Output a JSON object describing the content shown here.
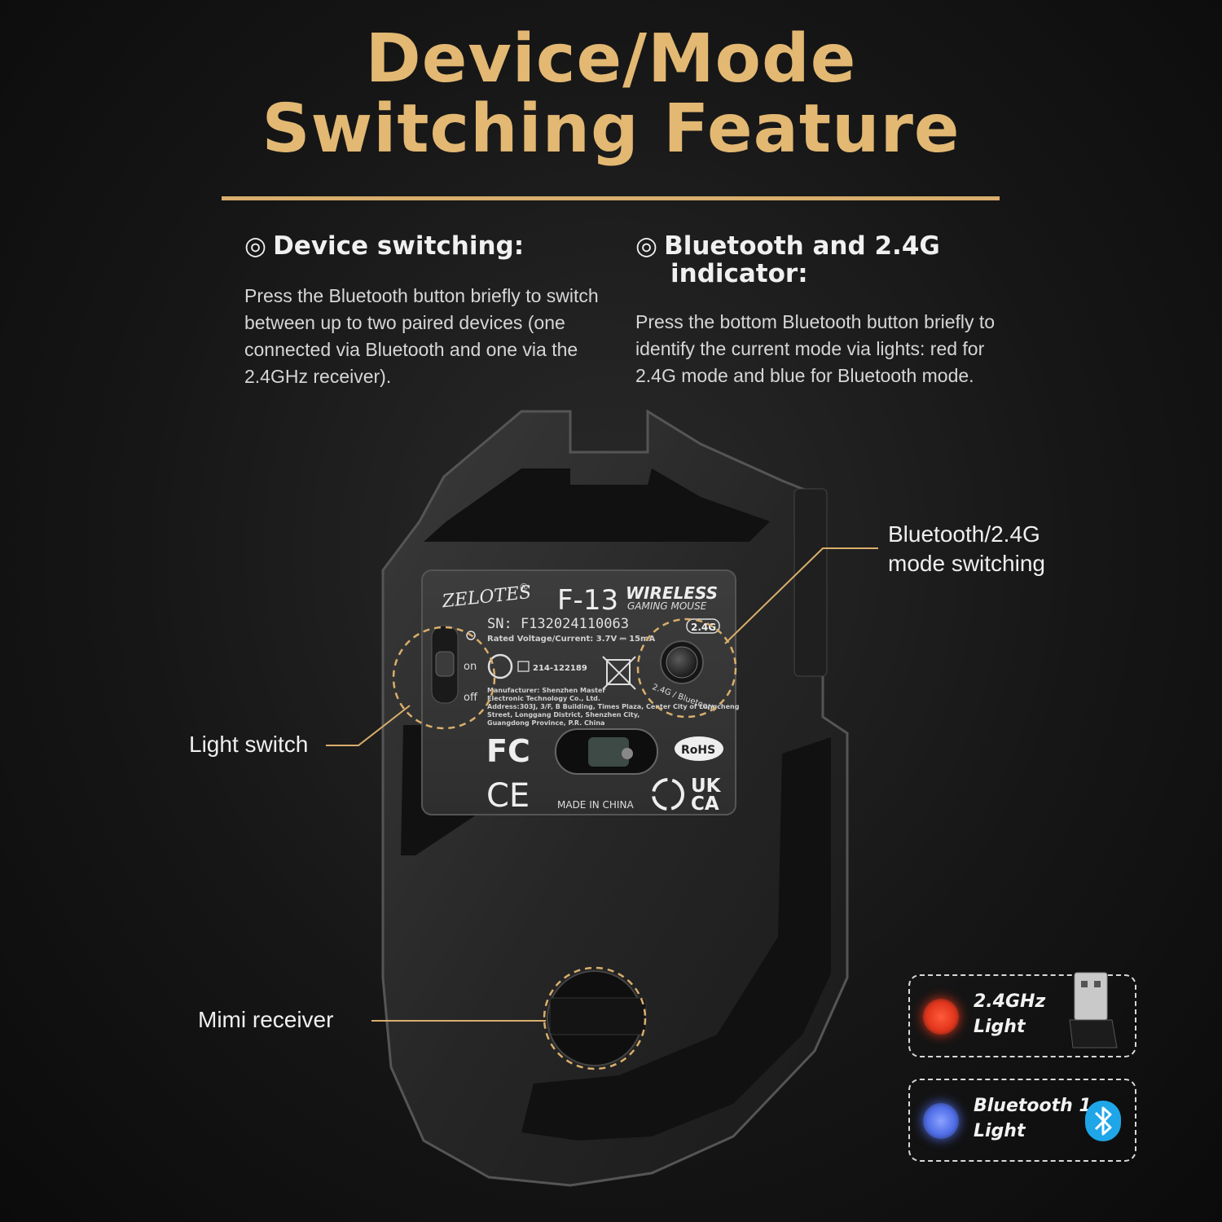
{
  "title": {
    "line1": "Device/Mode",
    "line2": "Switching Feature"
  },
  "features": [
    {
      "bullet": "◎",
      "heading": "Device switching:",
      "body": "Press the Bluetooth button briefly to switch between up to two paired devices (one connected via Bluetooth and one via the 2.4GHz receiver)."
    },
    {
      "bullet": "◎",
      "heading_line1": "Bluetooth and 2.4G",
      "heading_line2": "indicator:",
      "body": "Press the bottom Bluetooth button briefly to identify the current mode via lights: red for 2.4G mode and blue for Bluetooth mode."
    }
  ],
  "callouts": {
    "bt_mode": "Bluetooth/2.4G mode switching",
    "light_switch": "Light switch",
    "receiver": "Mimi receiver"
  },
  "label_plate": {
    "brand": "ZELOTES",
    "registered": "®",
    "model": "F-13",
    "wireless": "WIRELESS",
    "gaming_mouse": "GAMING MOUSE",
    "sn": "SN:  F132024110063",
    "rated": "Rated Voltage/Current: 3.7V ⎓ 15mA",
    "badge_24": "2.4G",
    "cert": "214-122189",
    "manufacturer_lines": [
      "Manufacturer: Shenzhen Master",
      "Electronic Technology Co., Ltd.",
      "Address:303J, 3/F, B Building, Times Plaza, Center City of Longcheng",
      "Street, Longgang District, Shenzhen City,",
      "Guangdong Province, P.R. China"
    ],
    "fc": "FC",
    "ce": "CE",
    "rohs": "RoHS",
    "ukca_1": "UK",
    "ukca_2": "CA",
    "made_in": "MADE IN CHINA",
    "button_label": "2.4G / Bluetooth",
    "switch_on": "on",
    "switch_off": "off"
  },
  "indicators": [
    {
      "line1": "2.4GHz",
      "line2": "Light",
      "color": "#e2361c",
      "icon": "usb-receiver-icon"
    },
    {
      "line1": "Bluetooth 1",
      "line2": "Light",
      "color": "#4f6de6",
      "icon": "bluetooth-icon"
    }
  ],
  "colors": {
    "accent_gold": "#e2b873",
    "background": "#161616"
  }
}
